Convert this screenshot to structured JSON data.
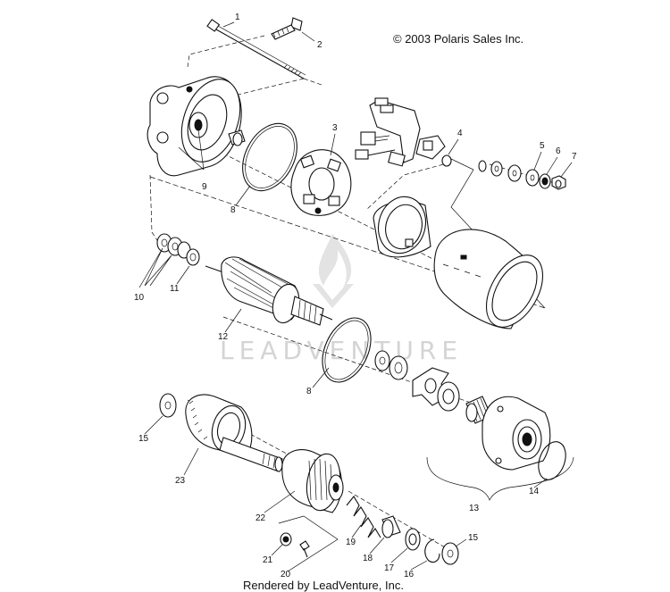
{
  "copyright": "© 2003 Polaris Sales Inc.",
  "rendered_by": "Rendered by LeadVenture, Inc.",
  "watermark": "LEADVENTURE",
  "callouts": {
    "c1": "1",
    "c2": "2",
    "c3": "3",
    "c4": "4",
    "c5": "5",
    "c6": "6",
    "c7": "7",
    "c8a": "8",
    "c8b": "8",
    "c9": "9",
    "c10": "10",
    "c11": "11",
    "c12": "12",
    "c13": "13",
    "c14": "14",
    "c15a": "15",
    "c15b": "15",
    "c16": "16",
    "c17": "17",
    "c18": "18",
    "c19": "19",
    "c20": "20",
    "c21": "21",
    "c22": "22",
    "c23": "23"
  }
}
